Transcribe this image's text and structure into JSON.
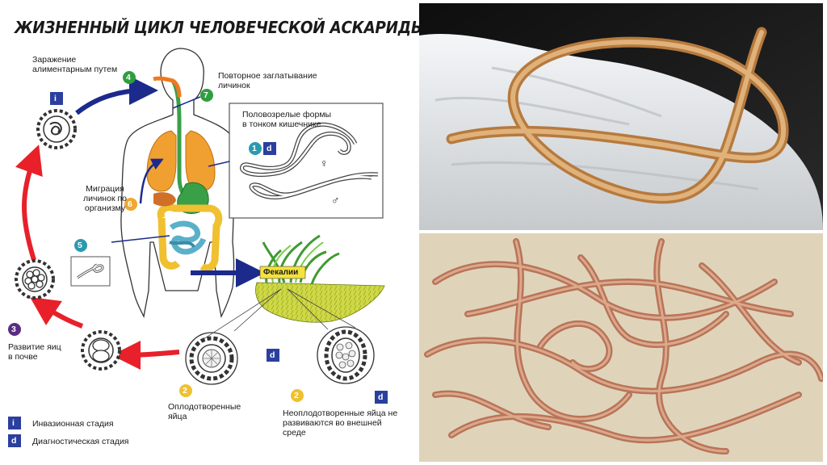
{
  "title": "ЖИЗНЕННЫЙ ЦИКЛ ЧЕЛОВЕЧЕСКОЙ АСКАРИДЫ",
  "labels": {
    "infection": "Заражение алиментарным путем",
    "reswallow": "Повторное заглатывание личинок",
    "mature": "Половозрелые формы в тонком кишечнике",
    "migration": "Миграция личинок по организму",
    "feces": "Фекалии",
    "development": "Развитие яиц в почве",
    "fertilized": "Оплодотворенные яйца",
    "unfertilized": "Неоплодотворенные яйца не развиваются во внешней среде",
    "invasive": "Инвазионная стадия",
    "diagnostic": "Диагностическая стадия"
  },
  "steps": {
    "one": "1",
    "two": "2",
    "three": "3",
    "four": "4",
    "five": "5",
    "six": "6",
    "seven": "7"
  },
  "stage_letters": {
    "i": "i",
    "d": "d"
  },
  "symbols": {
    "female": "♀",
    "male": "♂"
  },
  "colors": {
    "arrow_red": "#e8202a",
    "arrow_blue": "#1c2a8c",
    "badge_purple": "#5a2d82",
    "badge_green": "#2e9e3e",
    "badge_orange": "#f0a830",
    "badge_teal": "#2a9ab0",
    "stage_blue": "#2a3f9e",
    "lungs": "#f0a030",
    "stomach": "#3aa048",
    "intestine": "#5ab0c8",
    "soil": "#c8d23c",
    "worm": "#c8905c"
  }
}
